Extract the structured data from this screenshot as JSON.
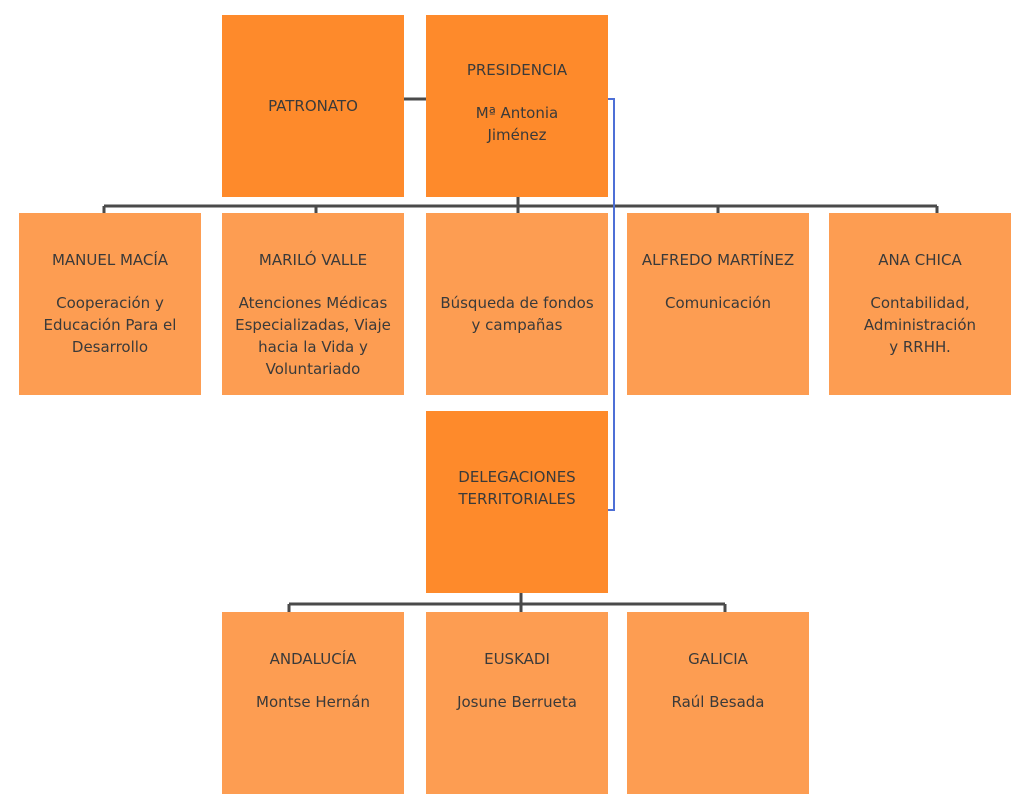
{
  "colors": {
    "dark_box": "#fe8a2b",
    "light_box": "#fd9d52",
    "connector": "#4a4a4a",
    "link_line": "#4d6fd6",
    "text": "#3a3a3a"
  },
  "top": {
    "patronato": {
      "title": "PATRONATO"
    },
    "presidencia": {
      "title": "PRESIDENCIA",
      "subtitle": "Mª Antonia\nJiménez"
    }
  },
  "departments": [
    {
      "title": "MANUEL MACÍA",
      "subtitle": "Cooperación y\nEducación Para el\nDesarrollo"
    },
    {
      "title": "MARILÓ VALLE",
      "subtitle": "Atenciones Médicas\nEspecializadas, Viaje\nhacia la Vida y\nVoluntariado"
    },
    {
      "title": "",
      "subtitle": "Búsqueda de fondos\ny campañas"
    },
    {
      "title": "ALFREDO MARTÍNEZ",
      "subtitle": "Comunicación"
    },
    {
      "title": "ANA CHICA",
      "subtitle": "Contabilidad,\nAdministración\ny RRHH."
    }
  ],
  "delegaciones": {
    "title": "DELEGACIONES\nTERRITORIALES"
  },
  "regions": [
    {
      "title": "ANDALUCÍA",
      "subtitle": "Montse Hernán"
    },
    {
      "title": "EUSKADI",
      "subtitle": "Josune Berrueta"
    },
    {
      "title": "GALICIA",
      "subtitle": "Raúl Besada"
    }
  ]
}
